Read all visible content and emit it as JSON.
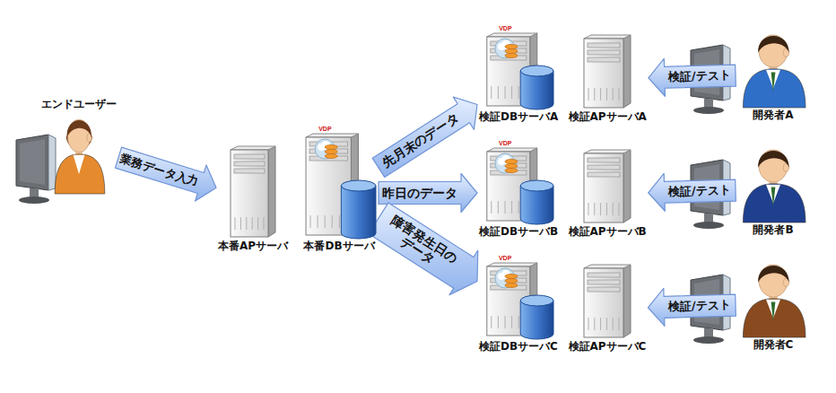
{
  "diagram": {
    "nodes": [
      {
        "text": [
          "エンドユーザー"
        ]
      },
      {
        "text": [
          "本番APサーバ"
        ]
      },
      {
        "text": [
          "本番DBサーバ"
        ]
      },
      {
        "text": [
          "検証DBサーバA"
        ]
      },
      {
        "text": [
          "検証APサーバA"
        ]
      },
      {
        "text": [
          "開発者A"
        ]
      },
      {
        "text": [
          "検証DBサーバB"
        ]
      },
      {
        "text": [
          "検証APサーバB"
        ]
      },
      {
        "text": [
          "開発者B"
        ]
      },
      {
        "text": [
          "検証DBサーバC"
        ]
      },
      {
        "text": [
          "検証APサーバC"
        ]
      },
      {
        "text": [
          "開発者C"
        ]
      }
    ],
    "edges": [
      {
        "from": 0,
        "to": 1,
        "label": "業務データ入力",
        "arrow": "to"
      },
      {
        "from": 2,
        "to": 3,
        "label": "先月末のデータ",
        "arrow": "to"
      },
      {
        "from": 2,
        "to": 6,
        "label": "昨日のデータ",
        "arrow": "to"
      },
      {
        "from": 2,
        "to": 9,
        "label": "障害発生日のデータ",
        "arrow": "to"
      },
      {
        "from": 5,
        "to": 4,
        "label": "検証/テスト",
        "arrow": "to"
      },
      {
        "from": 8,
        "to": 7,
        "label": "検証/テスト",
        "arrow": "to"
      },
      {
        "from": 11,
        "to": 10,
        "label": "検証/テスト",
        "arrow": "to"
      }
    ],
    "labels": [
      "VDP",
      "VDP",
      "VDP",
      "VDP"
    ]
  }
}
